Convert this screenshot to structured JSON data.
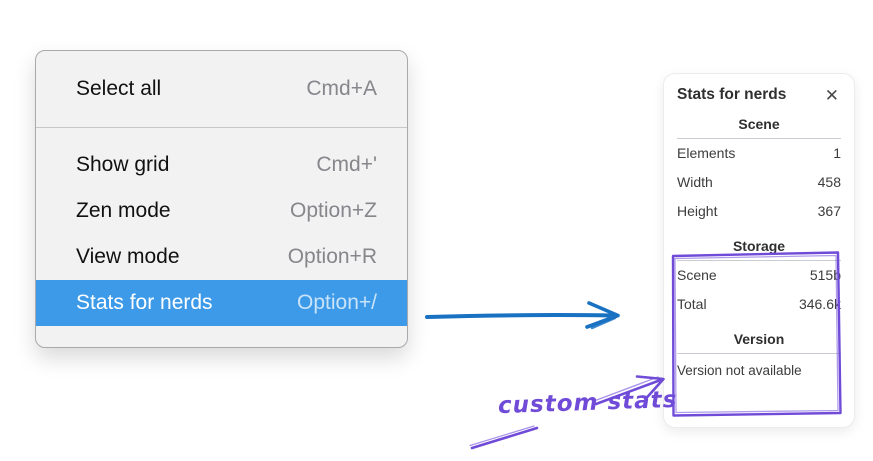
{
  "context_menu": {
    "items": [
      {
        "label": "Select all",
        "shortcut": "Cmd+A"
      },
      {
        "label": "Show grid",
        "shortcut": "Cmd+'"
      },
      {
        "label": "Zen mode",
        "shortcut": "Option+Z"
      },
      {
        "label": "View mode",
        "shortcut": "Option+R"
      },
      {
        "label": "Stats for nerds",
        "shortcut": "Option+/"
      }
    ],
    "selected_item": "Stats for nerds",
    "highlight_color": "#3d9ae8"
  },
  "stats_panel": {
    "title": "Stats for nerds",
    "close_label": "✕",
    "sections": [
      {
        "heading": "Scene",
        "rows": [
          {
            "label": "Elements",
            "value": "1"
          },
          {
            "label": "Width",
            "value": "458"
          },
          {
            "label": "Height",
            "value": "367"
          }
        ]
      },
      {
        "heading": "Storage",
        "rows": [
          {
            "label": "Scene",
            "value": "515b"
          },
          {
            "label": "Total",
            "value": "346.6k"
          }
        ]
      },
      {
        "heading": "Version",
        "note": "Version not available"
      }
    ]
  },
  "annotations": {
    "custom_stats_label": "custom stats",
    "flow_arrow_color": "#1971c2",
    "sketch_color": "#6f4bd8"
  }
}
